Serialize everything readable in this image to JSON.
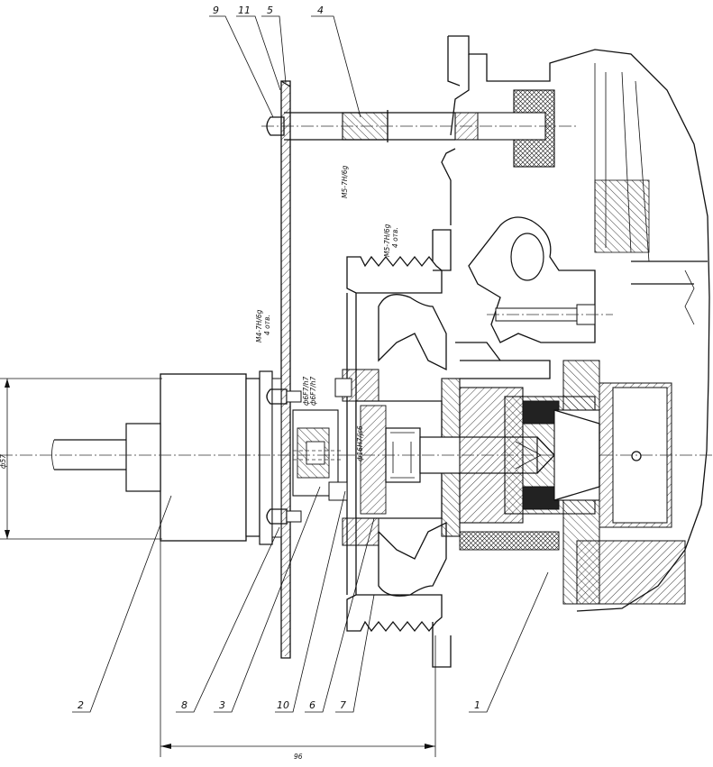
{
  "part_labels": {
    "p1": "1",
    "p2": "2",
    "p3": "3",
    "p4": "4",
    "p5": "5",
    "p6": "6",
    "p7": "7",
    "p8": "8",
    "p9": "9",
    "p10": "10",
    "p11": "11"
  },
  "annotations": {
    "thread_m5_top": "M5-7H/6g",
    "thread_m5_mid": "M5-7H/6g",
    "thread_m5_mid_count": "4 отв.",
    "thread_m4": "M4-7H/6g",
    "thread_m4_count": "4 отв.",
    "fit_1": "ф6F7/h7",
    "fit_2": "ф6F7/h7",
    "fit_3": "ф16H7/js6",
    "dim_diameter": "ф57",
    "dim_length": "96"
  }
}
